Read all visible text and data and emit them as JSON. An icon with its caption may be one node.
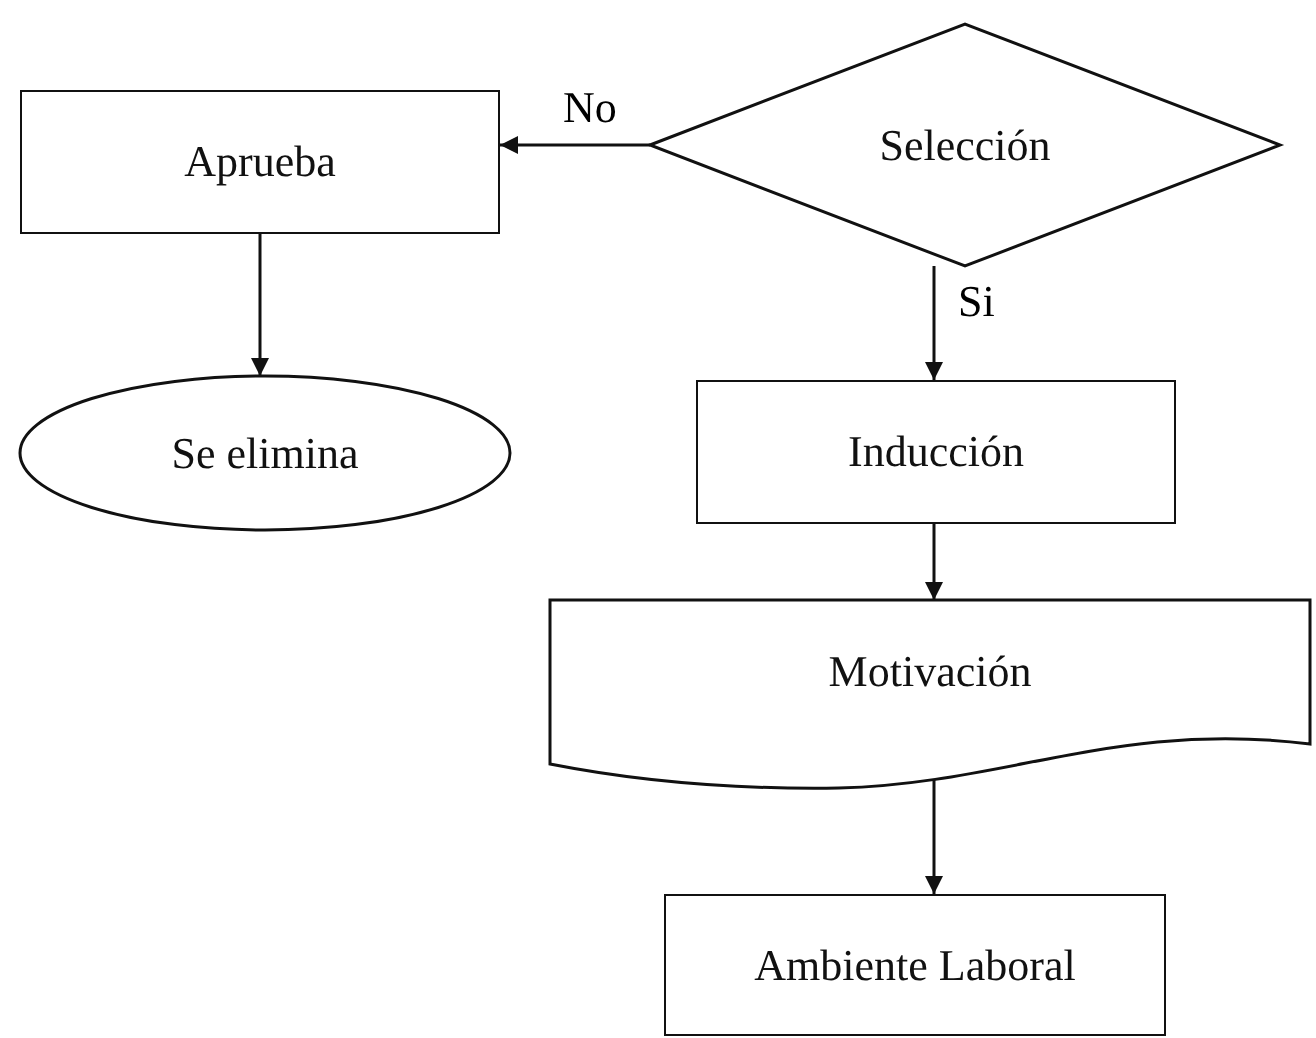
{
  "diagram": {
    "nodes": [
      {
        "text": [
          "Aprueba"
        ]
      },
      {
        "text": [
          "Selección"
        ]
      },
      {
        "text": [
          "Se elimina"
        ]
      },
      {
        "text": [
          "Inducción"
        ]
      },
      {
        "text": [
          "Motivación"
        ]
      },
      {
        "text": [
          "Ambiente Laboral"
        ]
      }
    ],
    "edges": [
      {
        "from": 1,
        "to": 0,
        "arrow": "to",
        "label": "No"
      },
      {
        "from": 0,
        "to": 2,
        "arrow": "to"
      },
      {
        "from": 1,
        "to": 3,
        "arrow": "to",
        "label": "Si"
      },
      {
        "from": 3,
        "to": 4,
        "arrow": "to"
      },
      {
        "from": 4,
        "to": 5,
        "arrow": "to"
      }
    ]
  }
}
